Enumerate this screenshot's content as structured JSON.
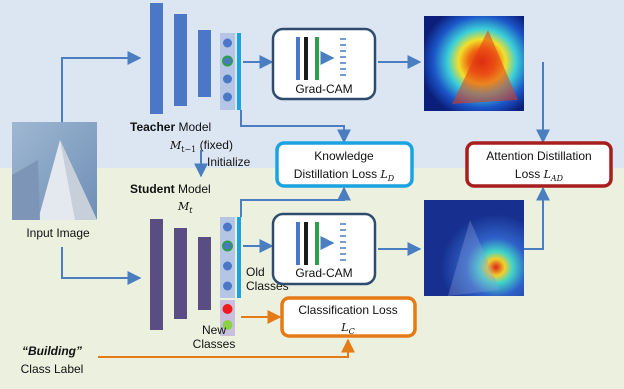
{
  "input": {
    "label": "Input Image"
  },
  "teacher": {
    "title_bold": "Teacher",
    "title_rest": " Model",
    "symbol": "M",
    "subscript": "t−1",
    "suffix": " (fixed)"
  },
  "initialize_label": "Initialize",
  "student": {
    "title_bold": "Student",
    "title_rest": " Model",
    "symbol": "M",
    "subscript": "t"
  },
  "gradcam_top": {
    "label": "Grad-CAM"
  },
  "gradcam_bottom": {
    "label": "Grad-CAM"
  },
  "kd_loss": {
    "line1": "Knowledge",
    "line2": "Distillation Loss ",
    "symbol": "L",
    "subscript": "D"
  },
  "ad_loss": {
    "line1": "Attention Distillation",
    "line2": "Loss ",
    "symbol": "L",
    "subscript": "AD"
  },
  "cls_loss": {
    "line1": "Classification Loss",
    "symbol": "L",
    "subscript": "C"
  },
  "old_classes": {
    "line1": "Old",
    "line2": "Classes"
  },
  "new_classes": {
    "line1": "New",
    "line2": "Classes"
  },
  "class_label": {
    "word": "“Building”",
    "line2": "Class Label"
  },
  "colors": {
    "teacher_bar": "#4a78c6",
    "student_bar": "#5a4d84",
    "arrow": "#4a7ec0",
    "orange": "#e57b17",
    "kd_border": "#1aa3e0",
    "ad_border": "#a81e1e",
    "gradcam_border": "#2f4c6e",
    "green": "#2f9e4a",
    "bg_top": "#dce6f2",
    "bg_bottom": "#ebf1de"
  }
}
